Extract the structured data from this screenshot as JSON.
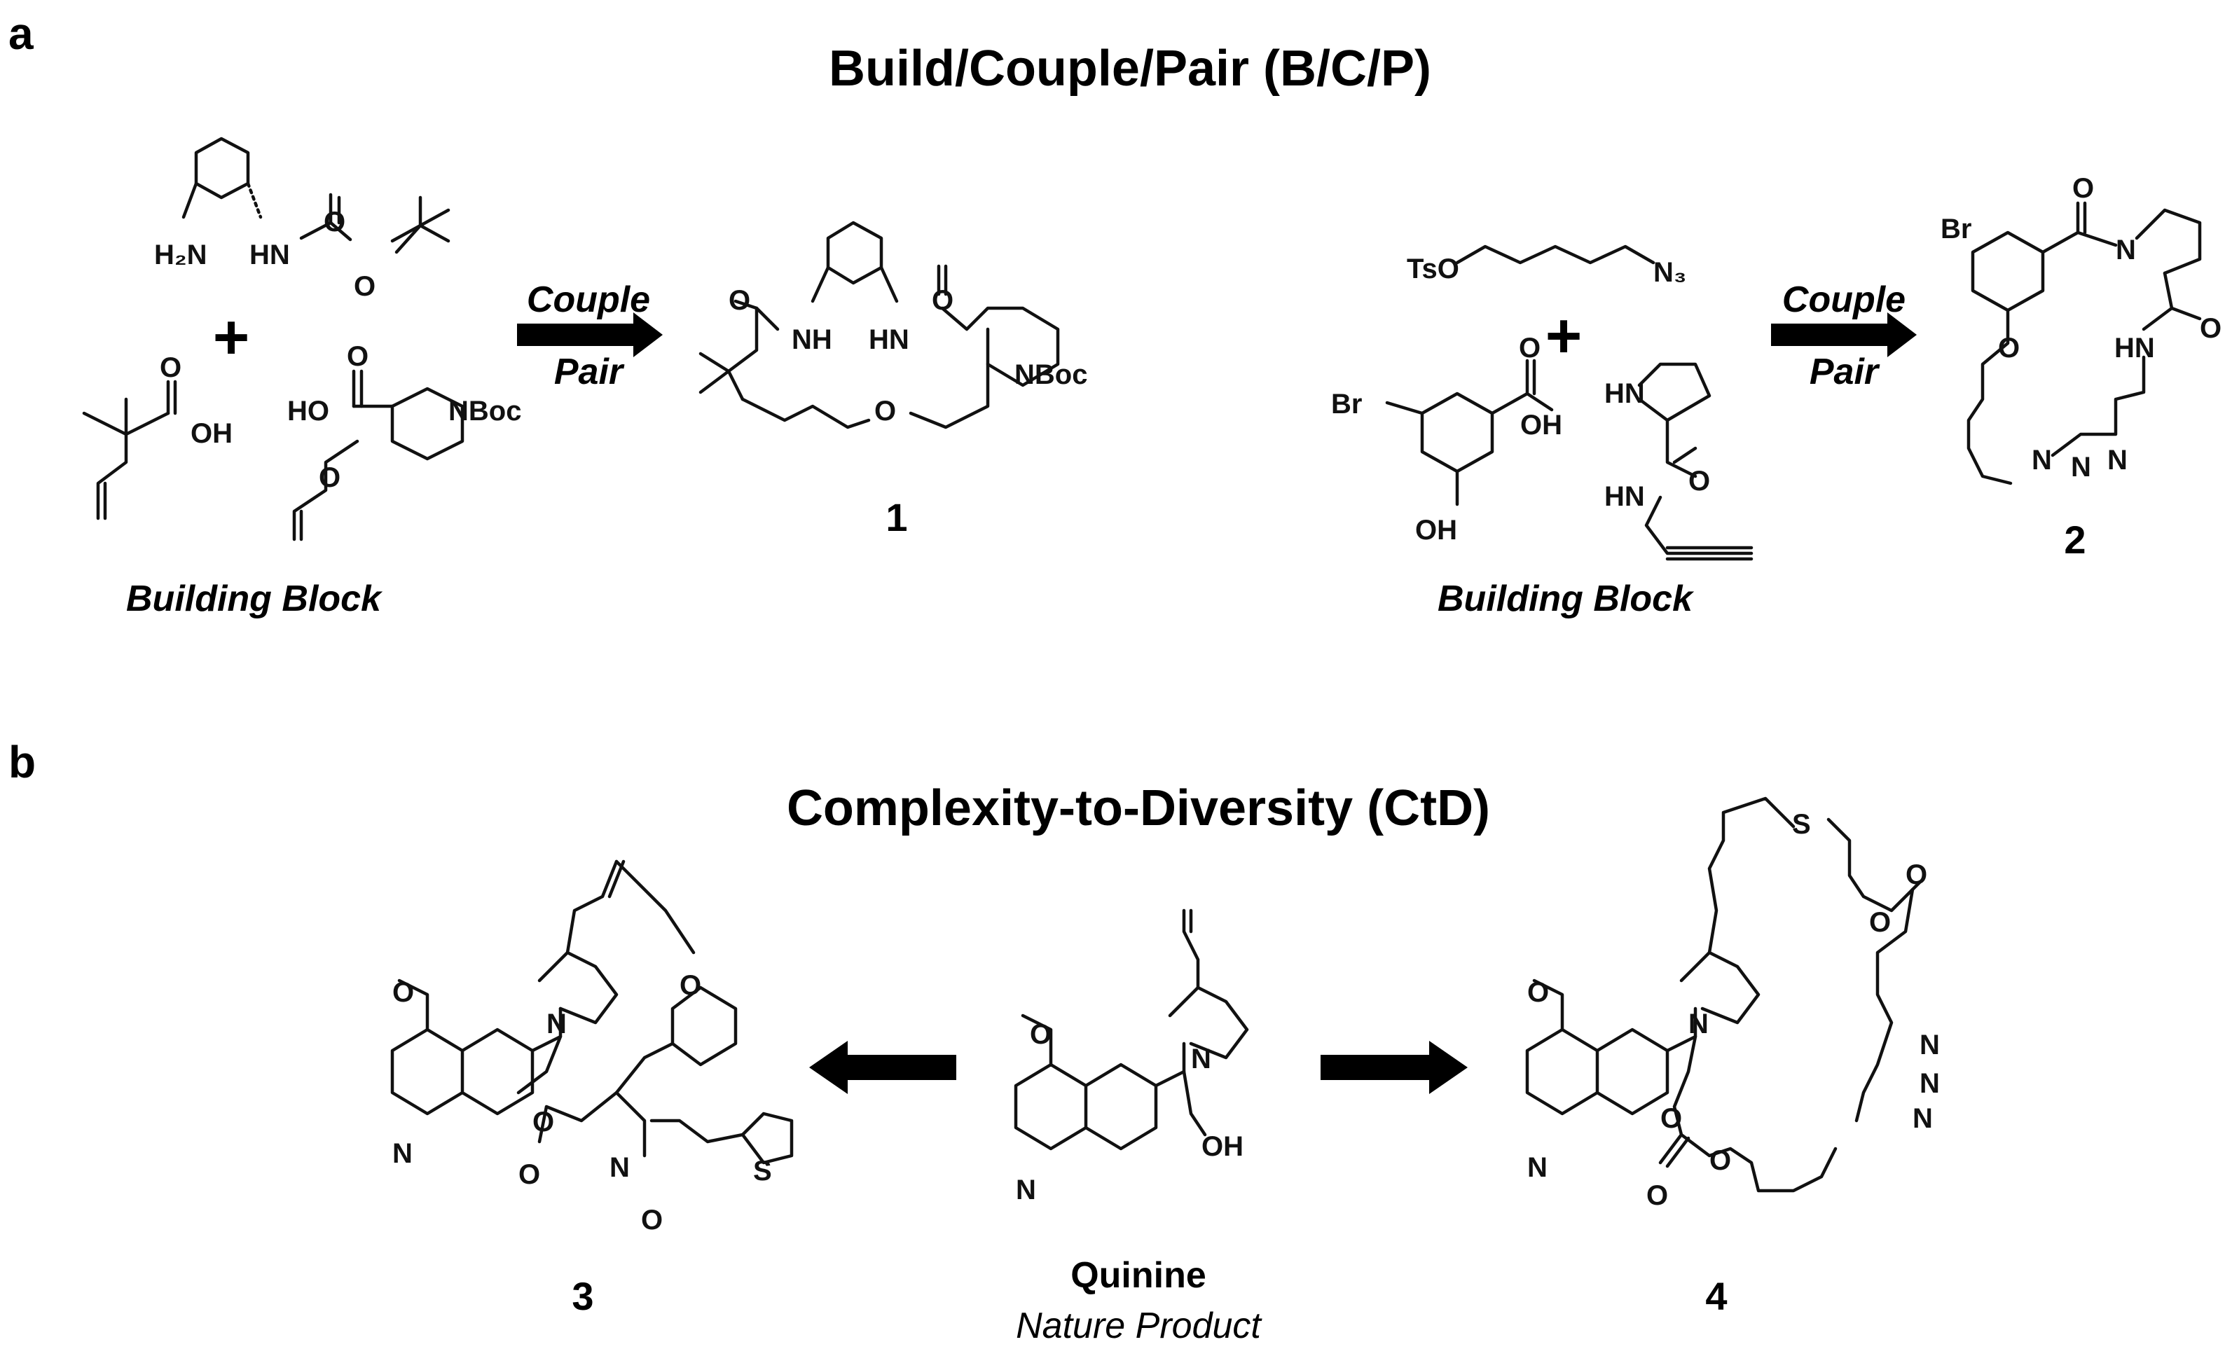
{
  "panel_a": {
    "letter": "a",
    "title": "Build/Couple/Pair (B/C/P)",
    "left_scheme": {
      "building_block_label": "Building Block",
      "arrow_top_label": "Couple",
      "arrow_bottom_label": "Pair",
      "plus": "+",
      "product_number": "1",
      "atoms": {
        "h2n": "H₂N",
        "hn": "HN",
        "o": "O",
        "oh": "OH",
        "ho": "HO",
        "nboc": "NBoc",
        "nh": "NH"
      }
    },
    "right_scheme": {
      "building_block_label": "Building Block",
      "arrow_top_label": "Couple",
      "arrow_bottom_label": "Pair",
      "plus": "+",
      "product_number": "2",
      "atoms": {
        "tso": "TsO",
        "n3": "N₃",
        "br": "Br",
        "oh": "OH",
        "hn": "HN",
        "o": "O",
        "n": "N"
      }
    }
  },
  "panel_b": {
    "letter": "b",
    "title": "Complexity-to-Diversity (CtD)",
    "left_product_number": "3",
    "right_product_number": "4",
    "natural_product_name": "Quinine",
    "natural_product_subtitle": "Nature Product",
    "atoms": {
      "o": "O",
      "n": "N",
      "oh": "OH",
      "s": "S"
    }
  }
}
